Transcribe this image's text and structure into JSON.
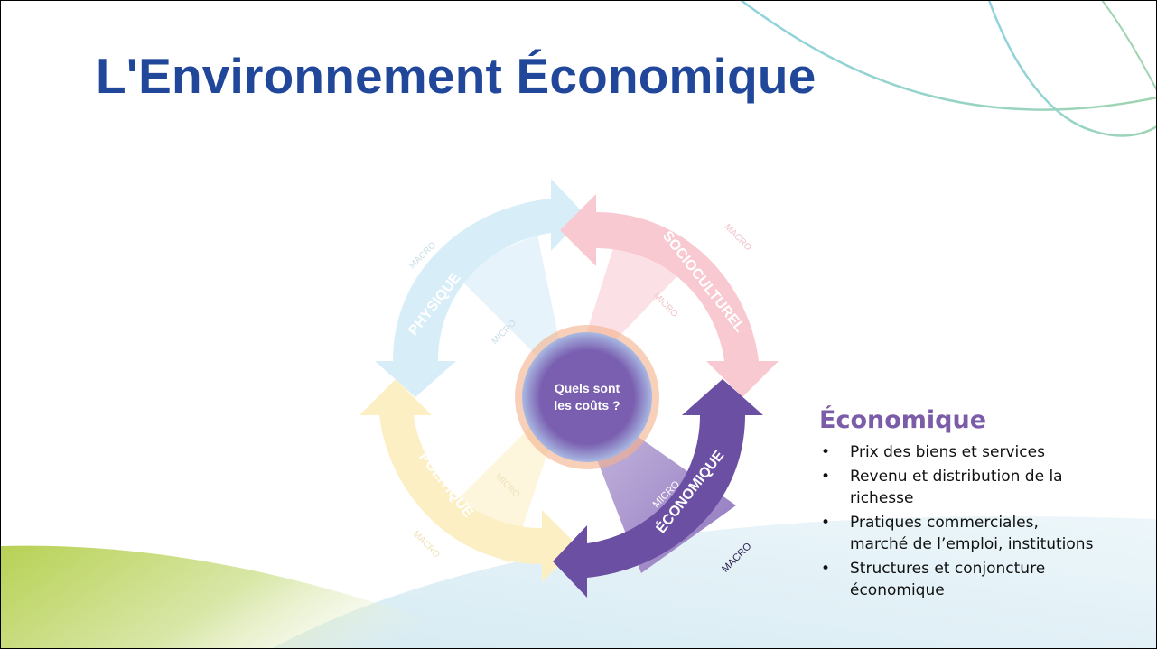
{
  "slide": {
    "title": "L'Environnement Économique"
  },
  "diagram": {
    "center_question": [
      "Quels sont",
      "les coûts ?"
    ],
    "segments": [
      {
        "name": "PHYSIQUE",
        "color": "#bfe3f3"
      },
      {
        "name": "SOCIOCULTUREL",
        "color": "#f2a0ab"
      },
      {
        "name": "ÉCONOMIQUE",
        "color": "#6a4fa2"
      },
      {
        "name": "POLITIQUE",
        "color": "#fbe8a6"
      }
    ],
    "macro_label": "MACRO",
    "micro_label": "MICRO"
  },
  "info": {
    "title": "Économique",
    "bullet": "•",
    "items": [
      [
        "Prix des biens et services"
      ],
      [
        "Revenu et distribution de la",
        "richesse"
      ],
      [
        "Pratiques commerciales,",
        "marché de l’emploi, institutions"
      ],
      [
        "Structures et conjoncture",
        "économique"
      ]
    ]
  },
  "colors": {
    "title": "#21479a",
    "accent_purple": "#7b5ca8",
    "decor_line": "#7cc9d8",
    "decor_green": "#b8d35a",
    "decor_blue": "#d8ecf5"
  }
}
